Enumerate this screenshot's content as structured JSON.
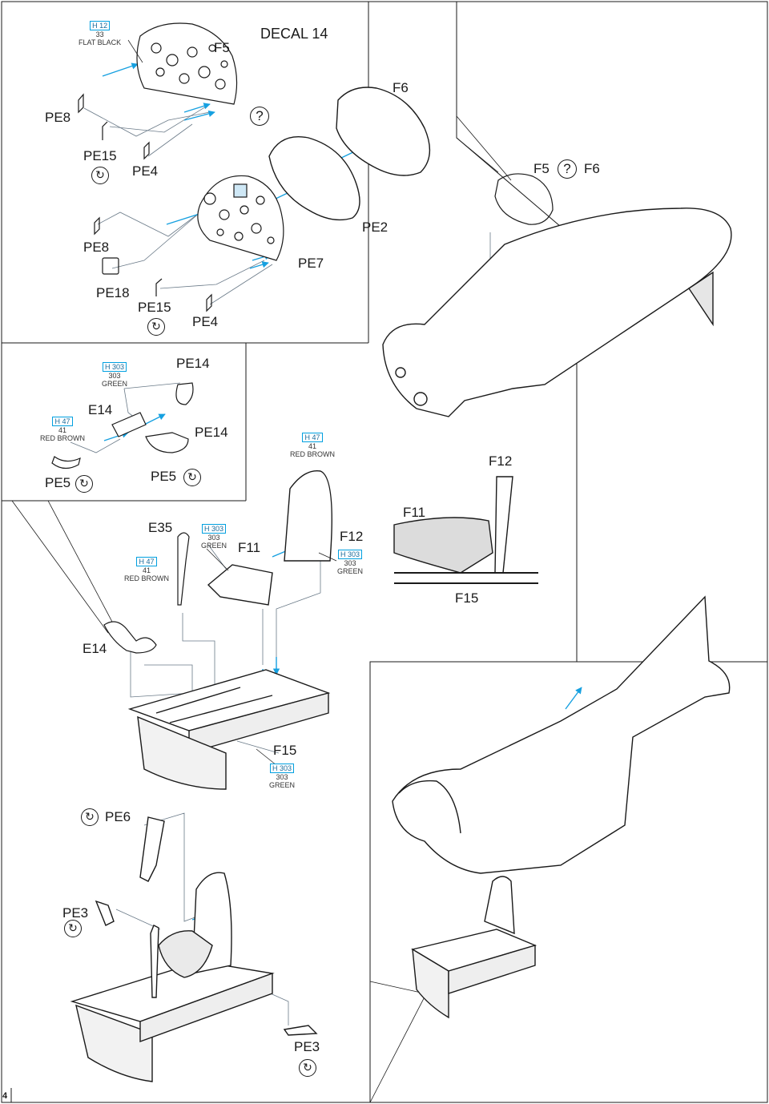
{
  "page_number": "4",
  "colors": {
    "line": "#1a1a1a",
    "arrow": "#16a0e0",
    "paint_box": "#00a0e0",
    "paper": "#ffffff"
  },
  "labels": {
    "decal": "DECAL 14",
    "f5_top": "F5",
    "f6_top": "F6",
    "pe8_a": "PE8",
    "pe15_a": "PE15",
    "pe4_a": "PE4",
    "f5_right": "F5",
    "f6_right": "F6",
    "pe8_b": "PE8",
    "pe2": "PE2",
    "pe7": "PE7",
    "pe18": "PE18",
    "pe15_b": "PE15",
    "pe4_b": "PE4",
    "pe14_a": "PE14",
    "e14_a": "E14",
    "pe14_b": "PE14",
    "pe5_a": "PE5",
    "pe5_b": "PE5",
    "f12_right": "F12",
    "f11_right": "F11",
    "f15_right": "F15",
    "e35": "E35",
    "f11_mid": "F11",
    "f12_mid": "F12",
    "e14_b": "E14",
    "f15_mid": "F15",
    "pe6": "PE6",
    "pe3_a": "PE3",
    "pe3_b": "PE3"
  },
  "paint": {
    "h12": {
      "code": "H 12",
      "num": "33",
      "name": "FLAT BLACK"
    },
    "h303_a": {
      "code": "H 303",
      "num": "303",
      "name": "GREEN"
    },
    "h47_a": {
      "code": "H 47",
      "num": "41",
      "name": "RED BROWN"
    },
    "h47_b": {
      "code": "H 47",
      "num": "41",
      "name": "RED BROWN"
    },
    "h303_b": {
      "code": "H 303",
      "num": "303",
      "name": "GREEN"
    },
    "h47_c": {
      "code": "H 47",
      "num": "41",
      "name": "RED BROWN"
    },
    "h303_c": {
      "code": "H 303",
      "num": "303",
      "name": "GREEN"
    },
    "h303_d": {
      "code": "H 303",
      "num": "303",
      "name": "GREEN"
    }
  },
  "symbols": {
    "question": "?",
    "bend": "↻"
  }
}
